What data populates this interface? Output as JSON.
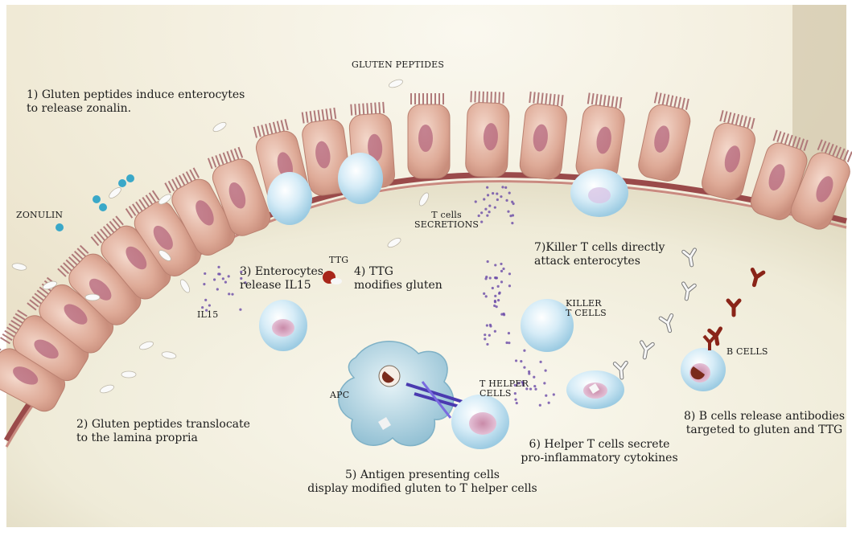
{
  "labels": {
    "step1": "1) Gluten peptides induce enterocytes\nto release zonalin.",
    "gluten_peptides": "GLUTEN PEPTIDES",
    "zonulin": "ZONULIN",
    "step2": "2) Gluten peptides translocate\nto the lamina propria",
    "step3": "3) Enterocytes\nrelease IL15",
    "il15": "IL15",
    "ttg": "TTG",
    "step4": "4) TTG\nmodifies gluten",
    "t_cell_secretions": "T cells\nSECRETIONS",
    "step7": "7)Killer T cells directly\nattack enterocytes",
    "killer_t_cells": "KILLER\nT CELLS",
    "apc": "APC",
    "t_helper_cells": "T HELPER\nCELLS",
    "b_cells": "B CELLS",
    "step5": "5) Antigen presenting cells\ndisplay modified gluten to T helper cells",
    "step6": "6) Helper T cells secrete\npro-inflammatory cytokines",
    "step8": "8) B cells release antibodies\ntargeted to gluten and TTG"
  },
  "colors": {
    "background_lumen": "#f4efe2",
    "lamina_propria": "#f1edda",
    "enterocyte": "#e6b9a6",
    "enterocyte_nucleus": "#b4667c",
    "basement_membrane": "#9a4a4a",
    "t_cell": "#bfe0f2",
    "apc": "#a9cfe0",
    "antibody_b_cell": "#8a2418",
    "antibody_free": "#f2f2f2",
    "cytokine": "#6a4aa8",
    "zonulin": "#3aa8c8"
  }
}
